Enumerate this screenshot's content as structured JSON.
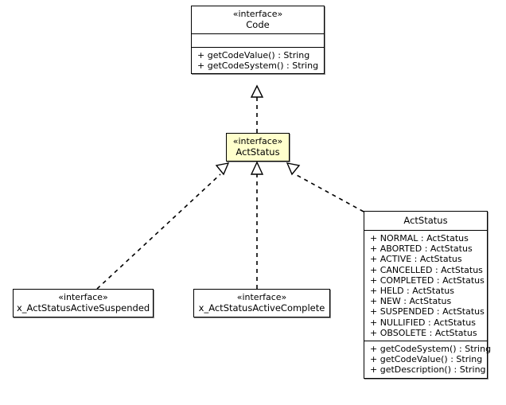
{
  "diagram": {
    "type": "uml-class-diagram",
    "background": "#ffffff",
    "line_color": "#000000",
    "accent_fill": "#ffffcc",
    "stereotype_text": "«interface»"
  },
  "nodes": {
    "code": {
      "stereotype": "«interface»",
      "name": "Code",
      "attributes": [],
      "operations": [
        "+ getCodeValue() : String",
        "+ getCodeSystem() : String"
      ]
    },
    "act_status_interface": {
      "stereotype": "«interface»",
      "name": "ActStatus"
    },
    "x_act_status_active_suspended": {
      "stereotype": "«interface»",
      "name": "x_ActStatusActiveSuspended"
    },
    "x_act_status_active_complete": {
      "stereotype": "«interface»",
      "name": "x_ActStatusActiveComplete"
    },
    "act_status_class": {
      "name": "ActStatus",
      "attributes": [
        "+ NORMAL : ActStatus",
        "+ ABORTED : ActStatus",
        "+ ACTIVE : ActStatus",
        "+ CANCELLED : ActStatus",
        "+ COMPLETED : ActStatus",
        "+ HELD : ActStatus",
        "+ NEW : ActStatus",
        "+ SUSPENDED : ActStatus",
        "+ NULLIFIED : ActStatus",
        "+ OBSOLETE : ActStatus"
      ],
      "operations": [
        "+ getCodeSystem() : String",
        "+ getCodeValue() : String",
        "+ getDescription() : String"
      ]
    }
  },
  "edges": [
    {
      "name": "realization-actstatus-to-code",
      "kind": "realization",
      "style": "dashed",
      "arrow": "hollow-triangle",
      "from": "act_status_interface",
      "to": "code"
    },
    {
      "name": "realization-suspended-to-actstatus",
      "kind": "realization",
      "style": "dashed",
      "arrow": "hollow-triangle",
      "from": "x_act_status_active_suspended",
      "to": "act_status_interface"
    },
    {
      "name": "realization-complete-to-actstatus",
      "kind": "realization",
      "style": "dashed",
      "arrow": "hollow-triangle",
      "from": "x_act_status_active_complete",
      "to": "act_status_interface"
    },
    {
      "name": "realization-actstatusclass-to-actstatus",
      "kind": "realization",
      "style": "dashed",
      "arrow": "hollow-triangle",
      "from": "act_status_class",
      "to": "act_status_interface"
    }
  ]
}
